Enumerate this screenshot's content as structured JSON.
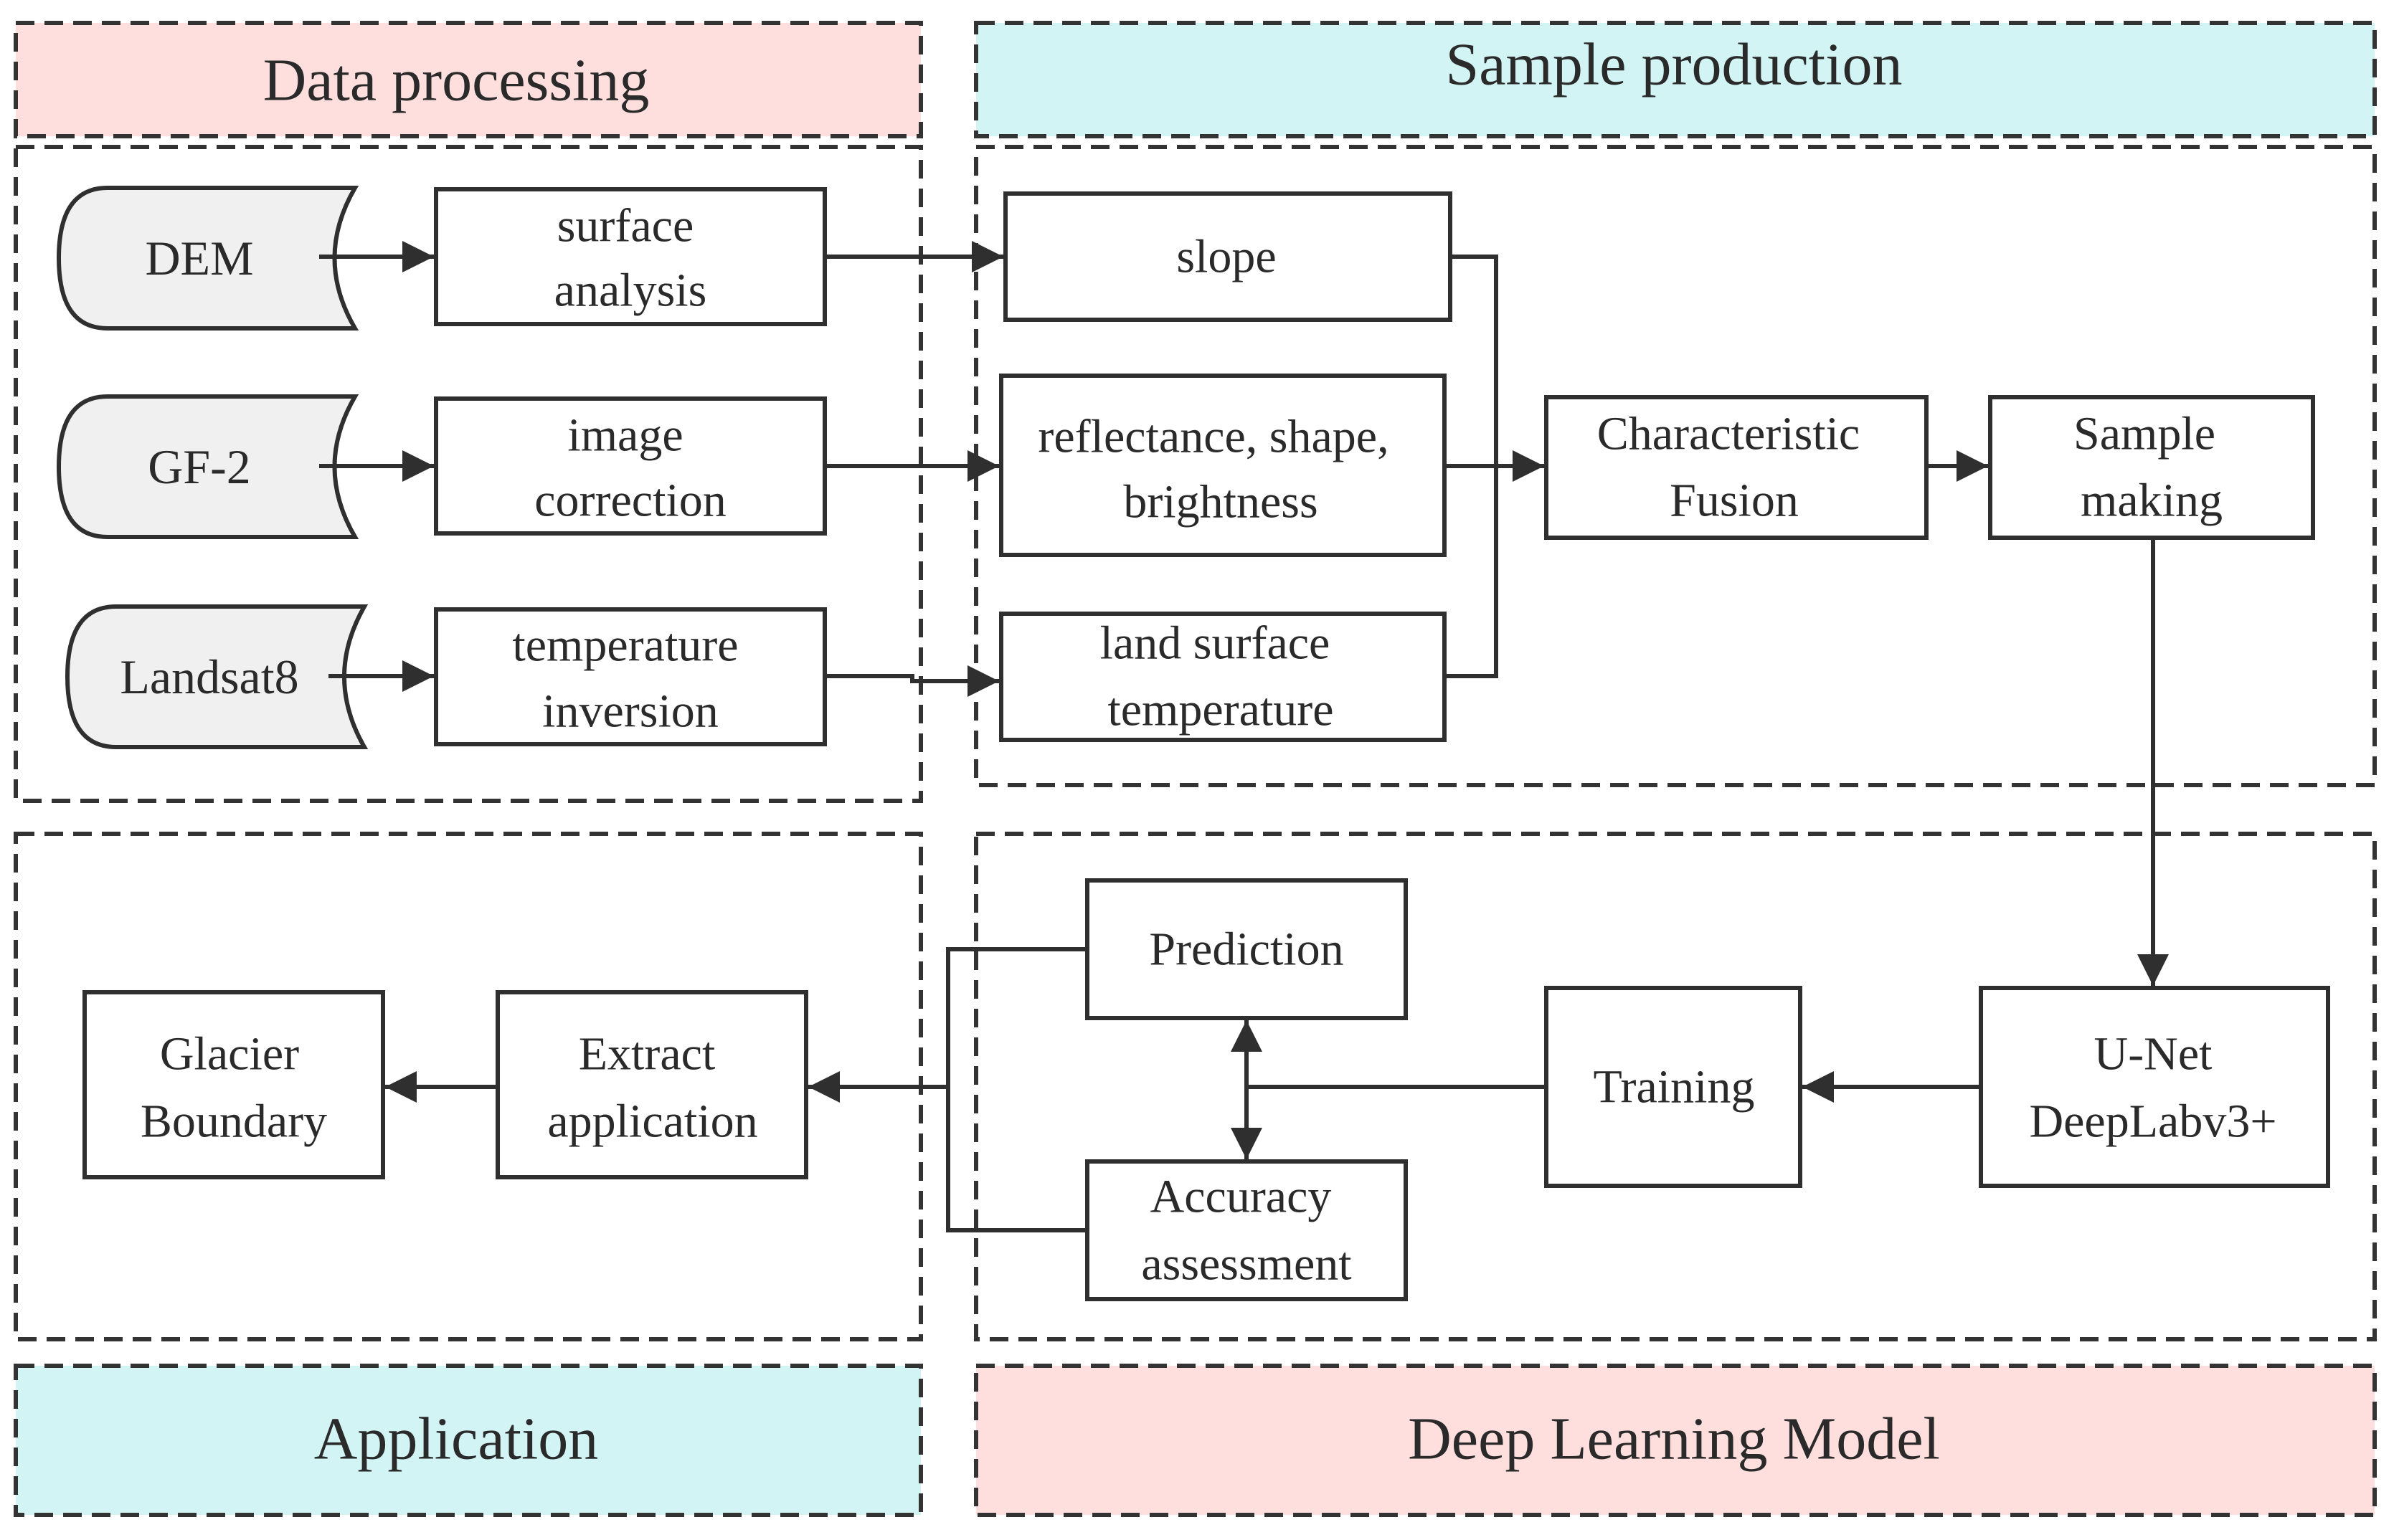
{
  "colors": {
    "pink_header": "#ffdede",
    "cyan_header": "#d3f4f4",
    "line": "#2f2f2f",
    "source_fill": "#f0f0f0"
  },
  "sections": {
    "data_processing": "Data processing",
    "sample_production": "Sample production",
    "application": "Application",
    "deep_learning_model": "Deep Learning Model"
  },
  "sources": {
    "dem": "DEM",
    "gf2": "GF-2",
    "landsat8": "Landsat8"
  },
  "processing": {
    "surface_analysis": [
      "surface",
      "analysis"
    ],
    "image_correction": [
      "image",
      "correction"
    ],
    "temperature_inversion": [
      "temperature",
      "inversion"
    ]
  },
  "features": {
    "slope": "slope",
    "reflectance": [
      "reflectance, shape,",
      "brightness"
    ],
    "land_surface_temperature": [
      "land surface",
      "temperature"
    ]
  },
  "fusion": {
    "characteristic_fusion": [
      "Characteristic",
      "Fusion"
    ],
    "sample_making": [
      "Sample",
      "making"
    ]
  },
  "model": {
    "unet": [
      "U-Net",
      "DeepLabv3+"
    ],
    "training": "Training",
    "prediction": "Prediction",
    "accuracy": [
      "Accuracy",
      "assessment"
    ]
  },
  "application": {
    "extract": [
      "Extract",
      "application"
    ],
    "glacier": [
      "Glacier",
      "Boundary"
    ]
  }
}
